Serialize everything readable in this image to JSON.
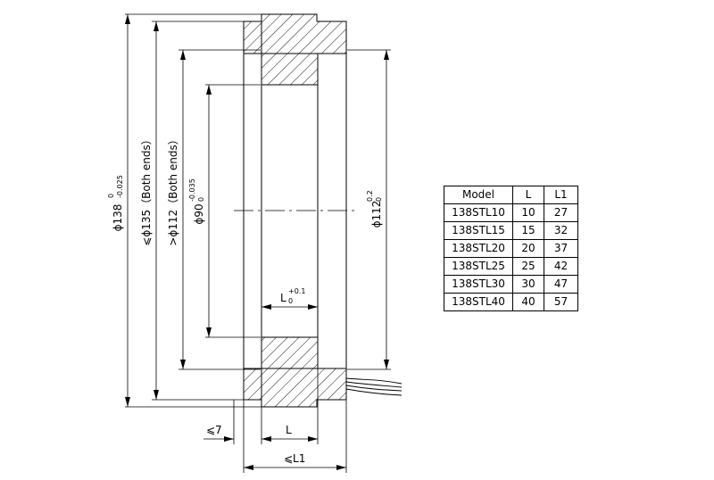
{
  "drawing": {
    "dim_outer_diameter": "ϕ138",
    "dim_outer_tol_upper": "0",
    "dim_outer_tol_lower": "-0.025",
    "dim_body_diameter": "⩽ϕ135（Both ends）",
    "dim_inner_body": ">ϕ112（Both ends）",
    "dim_bore": "ϕ90",
    "dim_bore_tol_upper": "-0.035",
    "dim_bore_tol_lower": "0",
    "dim_right_diameter": "ϕ112",
    "dim_right_tol_upper": "0.2",
    "dim_right_tol_lower": "0",
    "dim_l_inner": "L",
    "dim_l_inner_tol_upper": "+0.1",
    "dim_l_inner_tol_lower": "0",
    "dim_le7": "⩽7",
    "dim_l": "L",
    "dim_l1": "⩽L1"
  },
  "table": {
    "headers": [
      "Model",
      "L",
      "L1"
    ],
    "rows": [
      [
        "138STL10",
        "10",
        "27"
      ],
      [
        "138STL15",
        "15",
        "32"
      ],
      [
        "138STL20",
        "20",
        "37"
      ],
      [
        "138STL25",
        "25",
        "42"
      ],
      [
        "138STL30",
        "30",
        "47"
      ],
      [
        "138STL40",
        "40",
        "57"
      ]
    ]
  }
}
